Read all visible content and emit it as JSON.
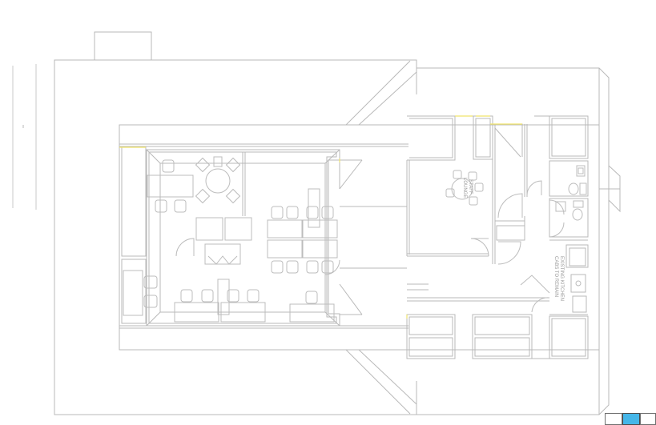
{
  "labels": {
    "staff_lounge_line1": "STAFF",
    "staff_lounge_line2": "LOUNGE",
    "kitchen_line1": "EXISTING KITCHEN",
    "kitchen_line2": "CABS TO REMAIN"
  },
  "colors": {
    "line": "#b9b9b9",
    "highlight": "#f1e46a",
    "accent_tab": "#45b6e8"
  },
  "icons": {
    "corner_tabs": [
      "tab-left",
      "tab-selected",
      "tab-right"
    ]
  }
}
